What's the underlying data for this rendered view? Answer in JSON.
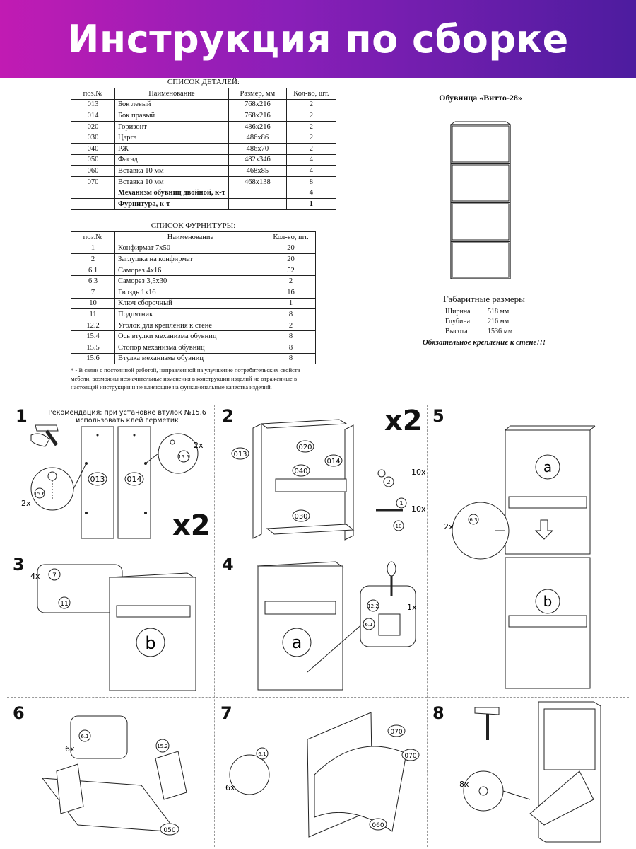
{
  "header": {
    "title": "Инструкция по сборке"
  },
  "parts": {
    "caption": "СПИСОК ДЕТАЛЕЙ:",
    "columns": [
      "поз.№",
      "Наименование",
      "Размер, мм",
      "Кол-во, шт."
    ],
    "rows": [
      [
        "013",
        "Бок левый",
        "768x216",
        "2"
      ],
      [
        "014",
        "Бок правый",
        "768x216",
        "2"
      ],
      [
        "020",
        "Горизонт",
        "486x216",
        "2"
      ],
      [
        "030",
        "Царга",
        "486x86",
        "2"
      ],
      [
        "040",
        "РЖ",
        "486x70",
        "2"
      ],
      [
        "050",
        "Фасад",
        "482x346",
        "4"
      ],
      [
        "060",
        "Вставка 10 мм",
        "468x85",
        "4"
      ],
      [
        "070",
        "Вставка 10 мм",
        "468x138",
        "8"
      ]
    ],
    "bold_rows": [
      [
        "Механизм обувниц двойной, к-т",
        "4"
      ],
      [
        "Фурнитура, к-т",
        "1"
      ]
    ]
  },
  "fittings": {
    "caption": "СПИСОК ФУРНИТУРЫ:",
    "columns": [
      "поз.№",
      "Наименование",
      "Кол-во, шт."
    ],
    "rows": [
      [
        "1",
        "Конфирмат 7x50",
        "20"
      ],
      [
        "2",
        "Заглушка на конфирмат",
        "20"
      ],
      [
        "6.1",
        "Саморез 4x16",
        "52"
      ],
      [
        "6.3",
        "Саморез 3,5x30",
        "2"
      ],
      [
        "7",
        "Гвоздь 1x16",
        "16"
      ],
      [
        "10",
        "Ключ сборочный",
        "1"
      ],
      [
        "11",
        "Подпятник",
        "8"
      ],
      [
        "12.2",
        "Уголок для крепления к стене",
        "2"
      ],
      [
        "15.4",
        "Ось втулки механизма обувниц",
        "8"
      ],
      [
        "15.5",
        "Стопор механизма обувниц",
        "8"
      ],
      [
        "15.6",
        "Втулка механизма обувниц",
        "8"
      ]
    ]
  },
  "footnote": "* - В связи с постоянной работой, направленной на улучшение потребительских свойств мебели, возможны незначительные изменения в конструкции изделий не отраженные в настоящей инструкции и не влияющие на функциональные качества изделий.",
  "product": {
    "title": "Обувница «Витто-28»",
    "dims_title": "Габаритные размеры",
    "dims": [
      {
        "k": "Ширина",
        "v": "518 мм"
      },
      {
        "k": "Глубина",
        "v": "216 мм"
      },
      {
        "k": "Высота",
        "v": "1536 мм"
      }
    ],
    "warning": "Обязательное крепление к стене!!!"
  },
  "steps": {
    "s1": {
      "num": "1",
      "note": "Рекомендация: при установке втулок №15.6 использовать клей герметик",
      "mult": "x2",
      "labels": [
        "013",
        "014",
        "15.6",
        "15.5",
        "2x",
        "2x"
      ]
    },
    "s2": {
      "num": "2",
      "mult": "x2",
      "labels": [
        "013",
        "020",
        "040",
        "014",
        "030",
        "2",
        "1",
        "10",
        "10x",
        "10x"
      ]
    },
    "s3": {
      "num": "3",
      "labels": [
        "4x",
        "7",
        "11",
        "b"
      ]
    },
    "s4": {
      "num": "4",
      "labels": [
        "a",
        "12.2",
        "6.1",
        "1x"
      ]
    },
    "s5": {
      "num": "5",
      "labels": [
        "a",
        "b",
        "6.3",
        "2x"
      ]
    },
    "s6": {
      "num": "6",
      "labels": [
        "6.1",
        "6x",
        "15.2",
        "050"
      ]
    },
    "s7": {
      "num": "7",
      "labels": [
        "6.1",
        "6x",
        "070",
        "070",
        "060"
      ]
    },
    "s8": {
      "num": "8",
      "labels": [
        "8x"
      ]
    }
  },
  "colors": {
    "header_start": "#c11bb3",
    "header_end": "#4d1c9f",
    "line": "#222222"
  }
}
